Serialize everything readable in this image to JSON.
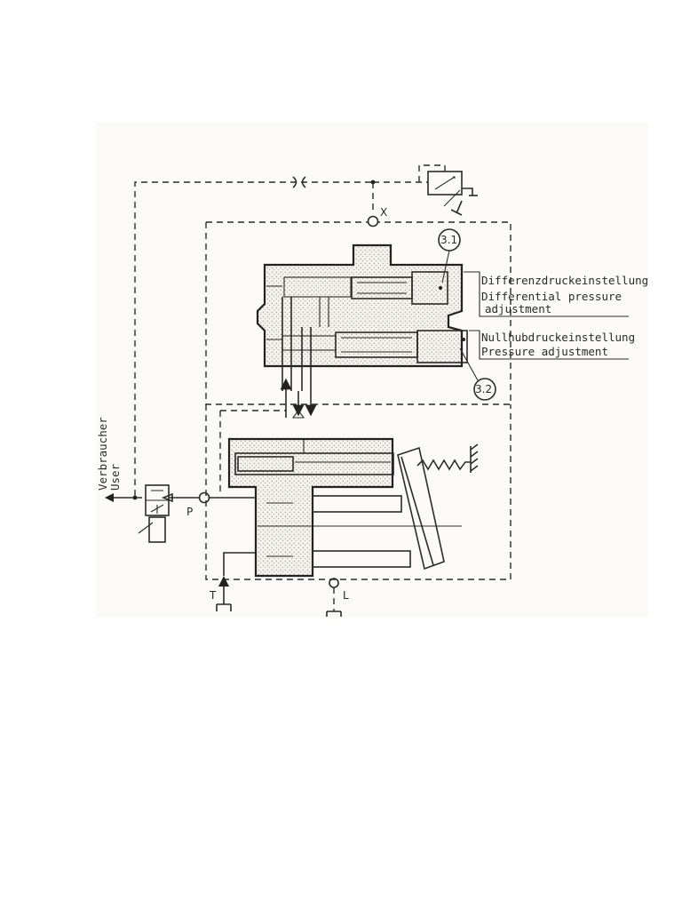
{
  "ports": {
    "x": "X",
    "p": "P",
    "t": "T",
    "l": "L"
  },
  "callouts": {
    "c31": "3.1",
    "c32": "3.2"
  },
  "labels": {
    "differential_de": "Differenzdruckeinstellung",
    "differential_en_1": "Differential pressure",
    "differential_en_2": "adjustment",
    "zerostroke_de": "Nullhubdruckeinstellung",
    "zerostroke_en": "Pressure adjustment",
    "user_de": "Verbraucher",
    "user_en": "User"
  },
  "colors": {
    "ink": "#2b2b2b",
    "paper": "#fbfaf6"
  }
}
